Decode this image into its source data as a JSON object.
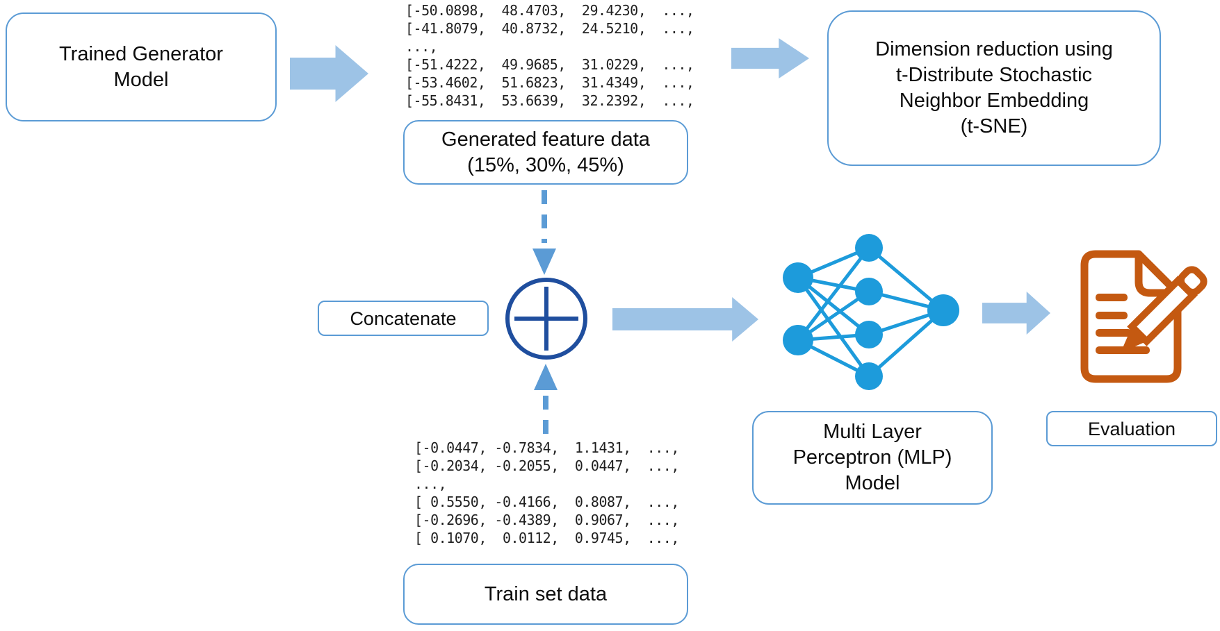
{
  "diagram": {
    "boxes": {
      "trained_generator": "Trained Generator\nModel",
      "generated_feature": "Generated feature data\n(15%, 30%, 45%)",
      "tsne": "Dimension reduction using\nt-Distribute Stochastic\nNeighbor Embedding\n(t-SNE)",
      "concatenate": "Concatenate",
      "mlp": "Multi Layer\nPerceptron (MLP)\nModel",
      "evaluation": "Evaluation",
      "train_set": "Train set data"
    },
    "matrices": {
      "generated_feature_rows": "[-50.0898,  48.4703,  29.4230,  ...,\n[-41.8079,  40.8732,  24.5210,  ...,\n...,\n[-51.4222,  49.9685,  31.0229,  ...,\n[-53.4602,  51.6823,  31.4349,  ...,\n[-55.8431,  53.6639,  32.2392,  ...,",
      "train_set_rows": "[-0.0447, -0.7834,  1.1431,  ...,\n[-0.2034, -0.2055,  0.0447,  ...,\n...,\n[ 0.5550, -0.4166,  0.8087,  ...,\n[-0.2696, -0.4389,  0.9067,  ...,\n[ 0.1070,  0.0112,  0.9745,  ...,"
    },
    "icons": {
      "concatenate": "plus-circle-icon",
      "mlp": "neural-network-icon",
      "evaluation": "document-pencil-icon",
      "flow_arrows": "block-arrow-right-icon",
      "merge_from_generated": "dashed-arrow-down-icon",
      "merge_from_train": "dashed-arrow-up-icon"
    },
    "colors": {
      "box_border": "#5B9BD5",
      "block_arrow": "#9DC3E6",
      "dashed_arrow": "#5B9BD5",
      "plus_circle": "#1F4E9E",
      "neural_network": "#1D9BDB",
      "evaluation_icon": "#C45911",
      "text": "#0d0d0d"
    }
  }
}
